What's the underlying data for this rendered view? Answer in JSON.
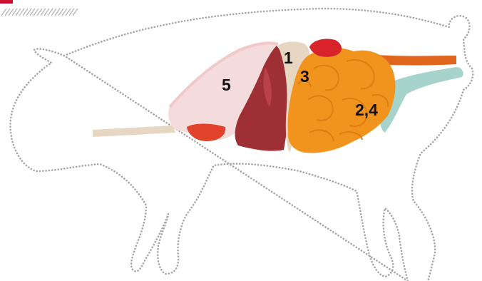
{
  "labels": {
    "organ_1": "1",
    "organ_3": "3",
    "organ_2_4": "2,4",
    "organ_5": "5"
  },
  "colors": {
    "accent_red": "#c8102e",
    "outline": "#a6a6a6",
    "stomach": "#bfa890",
    "lungs": "#f5dcdc",
    "heart": "#9e2f34",
    "intestines": "#f0941e",
    "colon": "#f0941e",
    "bladder": "#a7d3cd",
    "spleen": "#e0422b",
    "kidney": "#d8232a",
    "esophagus": "#e6d6c2"
  },
  "icons": [
    "pig-silhouette-icon"
  ]
}
